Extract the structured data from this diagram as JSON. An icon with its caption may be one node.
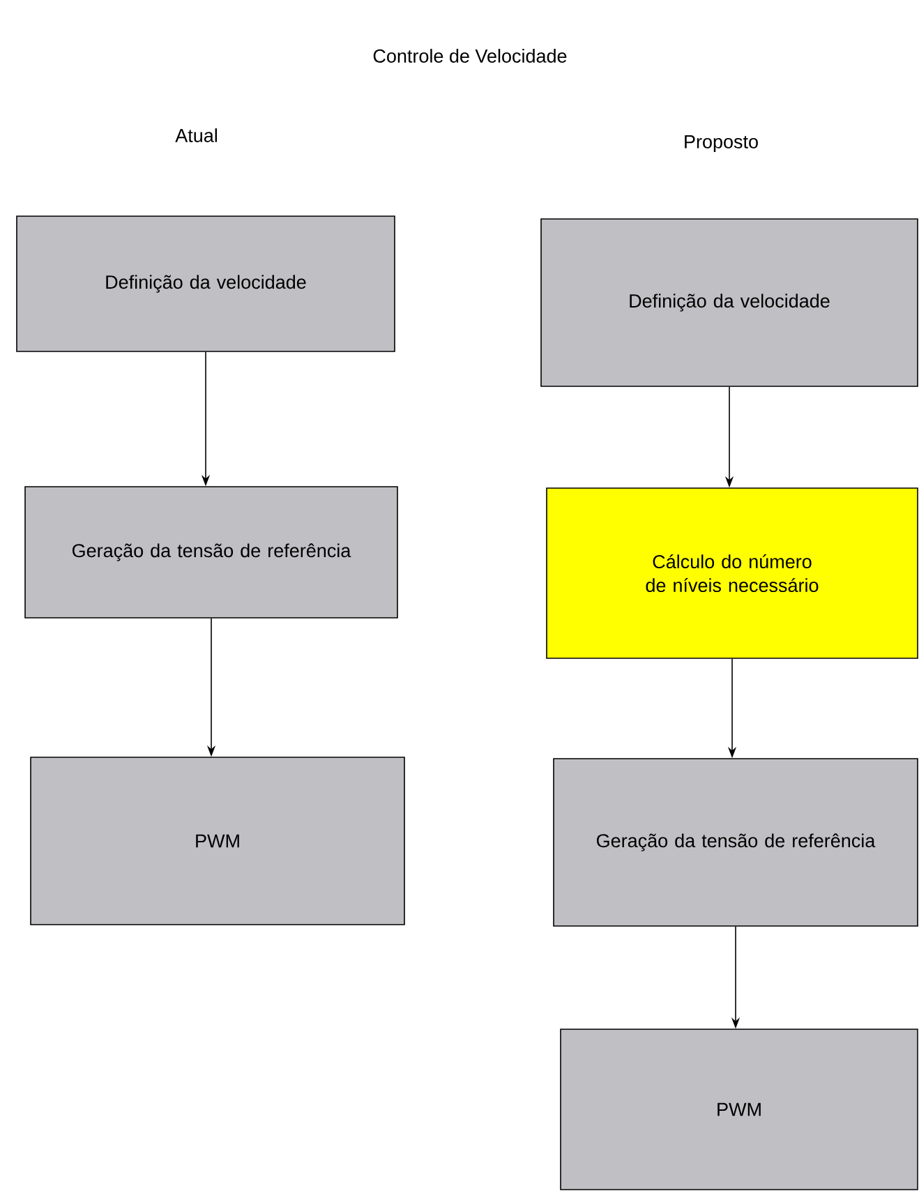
{
  "diagram": {
    "title": "Controle de Velocidade",
    "nodes": [
      {
        "text": [
          "Definição da velocidade"
        ]
      },
      {
        "text": [
          "Geração da tensão de referência"
        ]
      },
      {
        "text": [
          "PWM"
        ]
      },
      {
        "text": [
          "Definição da velocidade"
        ]
      },
      {
        "text": [
          "Cálculo do número de níveis necessário"
        ]
      },
      {
        "text": [
          "Geração da tensão de referência"
        ]
      },
      {
        "text": [
          "PWM"
        ]
      }
    ],
    "edges": [
      {
        "from": 0,
        "to": 1,
        "arrow": "to"
      },
      {
        "from": 1,
        "to": 2,
        "arrow": "to"
      },
      {
        "from": 3,
        "to": 4,
        "arrow": "to"
      },
      {
        "from": 4,
        "to": 5,
        "arrow": "to"
      },
      {
        "from": 5,
        "to": 6,
        "arrow": "to"
      }
    ],
    "labels": [
      "Atual",
      "Proposto"
    ]
  }
}
